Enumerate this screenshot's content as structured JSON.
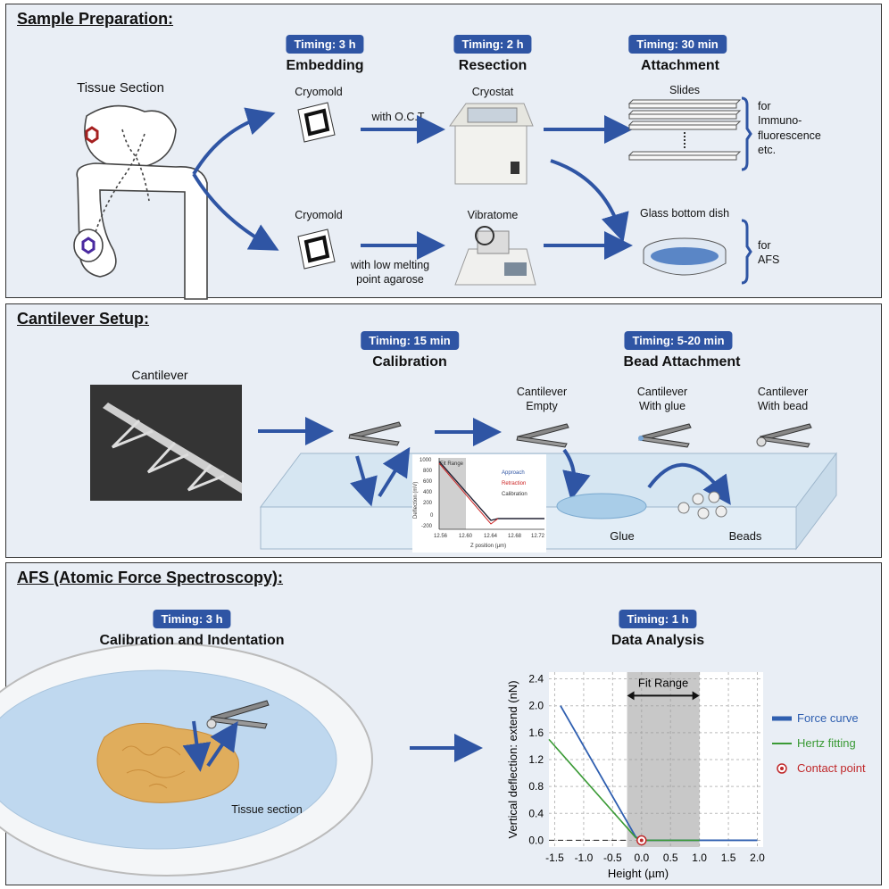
{
  "sample_prep": {
    "title": "Sample Preparation:",
    "tissue_section": "Tissue Section",
    "embedding": {
      "timing": "Timing: 3 h",
      "title": "Embedding",
      "cryomold_top": "Cryomold",
      "cryomold_bottom": "Cryomold",
      "with_oct": "with O.C.T.",
      "agarose_line1": "with low melting",
      "agarose_line2": "point agarose"
    },
    "resection": {
      "timing": "Timing: 2 h",
      "title": "Resection",
      "cryostat": "Cryostat",
      "vibratome": "Vibratome"
    },
    "attachment": {
      "timing": "Timing: 30 min",
      "title": "Attachment",
      "slides": "Slides",
      "glass_dish": "Glass bottom dish"
    },
    "for_if": [
      "for",
      "Immuno-",
      "fluorescence",
      "etc."
    ],
    "for_afs": [
      "for",
      "AFS"
    ]
  },
  "cantilever_setup": {
    "title": "Cantilever Setup:",
    "cantilever": "Cantilever",
    "calibration": {
      "timing": "Timing: 15 min",
      "title": "Calibration"
    },
    "bead_attachment": {
      "timing": "Timing: 5-20 min",
      "title": "Bead Attachment"
    },
    "empty": [
      "Cantilever",
      "Empty"
    ],
    "with_glue": [
      "Cantilever",
      "With glue"
    ],
    "with_bead": [
      "Cantilever",
      "With bead"
    ],
    "glue": "Glue",
    "beads": "Beads",
    "inset_chart": {
      "type": "line",
      "ylabel": "Deflection (mV)",
      "xlabel": "Z position (µm)",
      "yticks": [
        "1000",
        "800",
        "600",
        "400",
        "200",
        "0",
        "-200"
      ],
      "xticks": [
        "12.56",
        "12.60",
        "12.64",
        "12.68",
        "12.72"
      ],
      "fit_range": "Fit Range",
      "legend": [
        "Approach",
        "Retraction",
        "Calibration"
      ]
    }
  },
  "afs": {
    "title": "AFS (Atomic Force Spectroscopy):",
    "calib_timing": "Timing: 3 h",
    "calib_title": "Calibration and Indentation",
    "tissue_label": "Tissue section",
    "analysis_timing": "Timing: 1 h",
    "analysis_title": "Data Analysis"
  },
  "chart_data": {
    "type": "line",
    "xlabel": "Height (µm)",
    "ylabel": "Vertical deflection: extend (nN)",
    "xlim": [
      -1.6,
      2.1
    ],
    "ylim": [
      -0.1,
      2.5
    ],
    "xticks": [
      "-1.5",
      "-1.0",
      "-0.5",
      "0.0",
      "0.5",
      "1.0",
      "1.5",
      "2.0"
    ],
    "yticks": [
      "0.0",
      "0.4",
      "0.8",
      "1.2",
      "1.6",
      "2.0",
      "2.4"
    ],
    "fit_range": {
      "label": "Fit Range",
      "x": [
        -0.25,
        1.0
      ]
    },
    "series": [
      {
        "name": "Force curve",
        "color": "#2f5fb0",
        "x": [
          -1.4,
          -0.1,
          0.0,
          2.0
        ],
        "y": [
          2.0,
          0.05,
          0.0,
          0.0
        ]
      },
      {
        "name": "Hertz fitting",
        "color": "#3a9a35",
        "x": [
          -1.6,
          -0.1,
          0.0,
          1.0
        ],
        "y": [
          1.5,
          0.04,
          0.0,
          0.0
        ]
      }
    ],
    "contact_point": {
      "name": "Contact point",
      "x": 0.0,
      "y": 0.0,
      "color": "#c0282a"
    }
  }
}
